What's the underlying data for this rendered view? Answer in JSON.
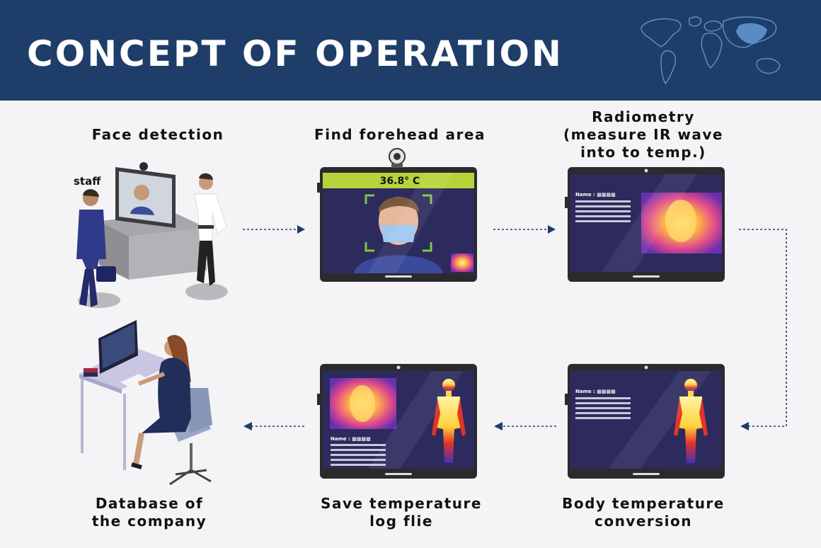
{
  "header": {
    "title": "CONCEPT OF OPERATION"
  },
  "colors": {
    "header_bg": "#1e3d68",
    "accent_green": "#b7d33a",
    "arrow": "#1e3d68",
    "device_screen": "#2a2a55"
  },
  "steps": [
    {
      "id": "face-detection",
      "label": "Face detection",
      "callout": "staff"
    },
    {
      "id": "find-forehead",
      "label": "Find forehead area",
      "readout": "36.8° C"
    },
    {
      "id": "radiometry",
      "label_lines": [
        "Radiometry",
        "(measure IR wave",
        "into to temp.)"
      ],
      "name_field": "Name : ▩▩▩▩"
    },
    {
      "id": "body-temp",
      "label_lines": [
        "Body temperature",
        "conversion"
      ],
      "name_field": "Name : ▩▩▩▩"
    },
    {
      "id": "save-log",
      "label_lines": [
        "Save temperature",
        "log flie"
      ],
      "name_field": "Name : ▩▩▩▩"
    },
    {
      "id": "database",
      "label_lines": [
        "Database of",
        "the company"
      ]
    }
  ],
  "icons": [
    "world-map-icon",
    "webcam-icon",
    "arrow-right-icon",
    "arrow-left-icon",
    "arrow-down-icon"
  ]
}
